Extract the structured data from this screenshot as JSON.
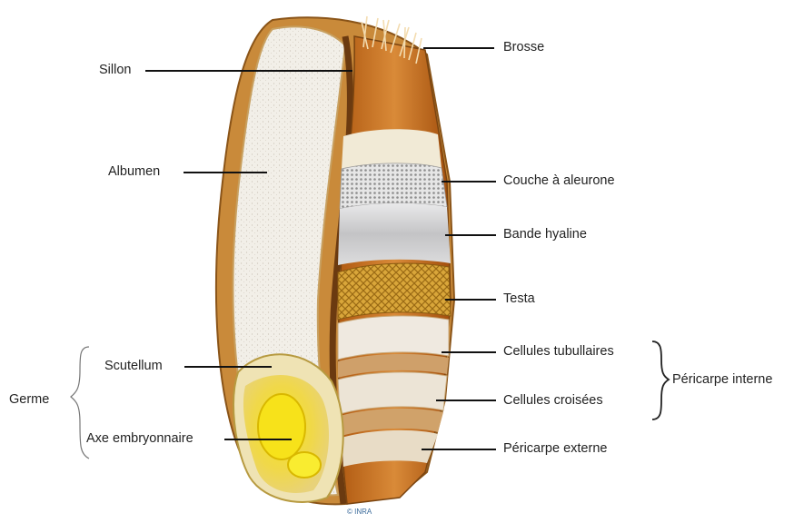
{
  "labels": {
    "sillon": "Sillon",
    "albumen": "Albumen",
    "germe": "Germe",
    "scutellum": "Scutellum",
    "axe": "Axe embryonnaire",
    "brosse": "Brosse",
    "aleurone": "Couche à aleurone",
    "hyaline": "Bande hyaline",
    "testa": "Testa",
    "tubulaires": "Cellules tubullaires",
    "croisees": "Cellules croisées",
    "pericarpe_interne": "Péricarpe interne",
    "pericarpe_externe": "Péricarpe externe"
  },
  "credit": "© INRA"
}
